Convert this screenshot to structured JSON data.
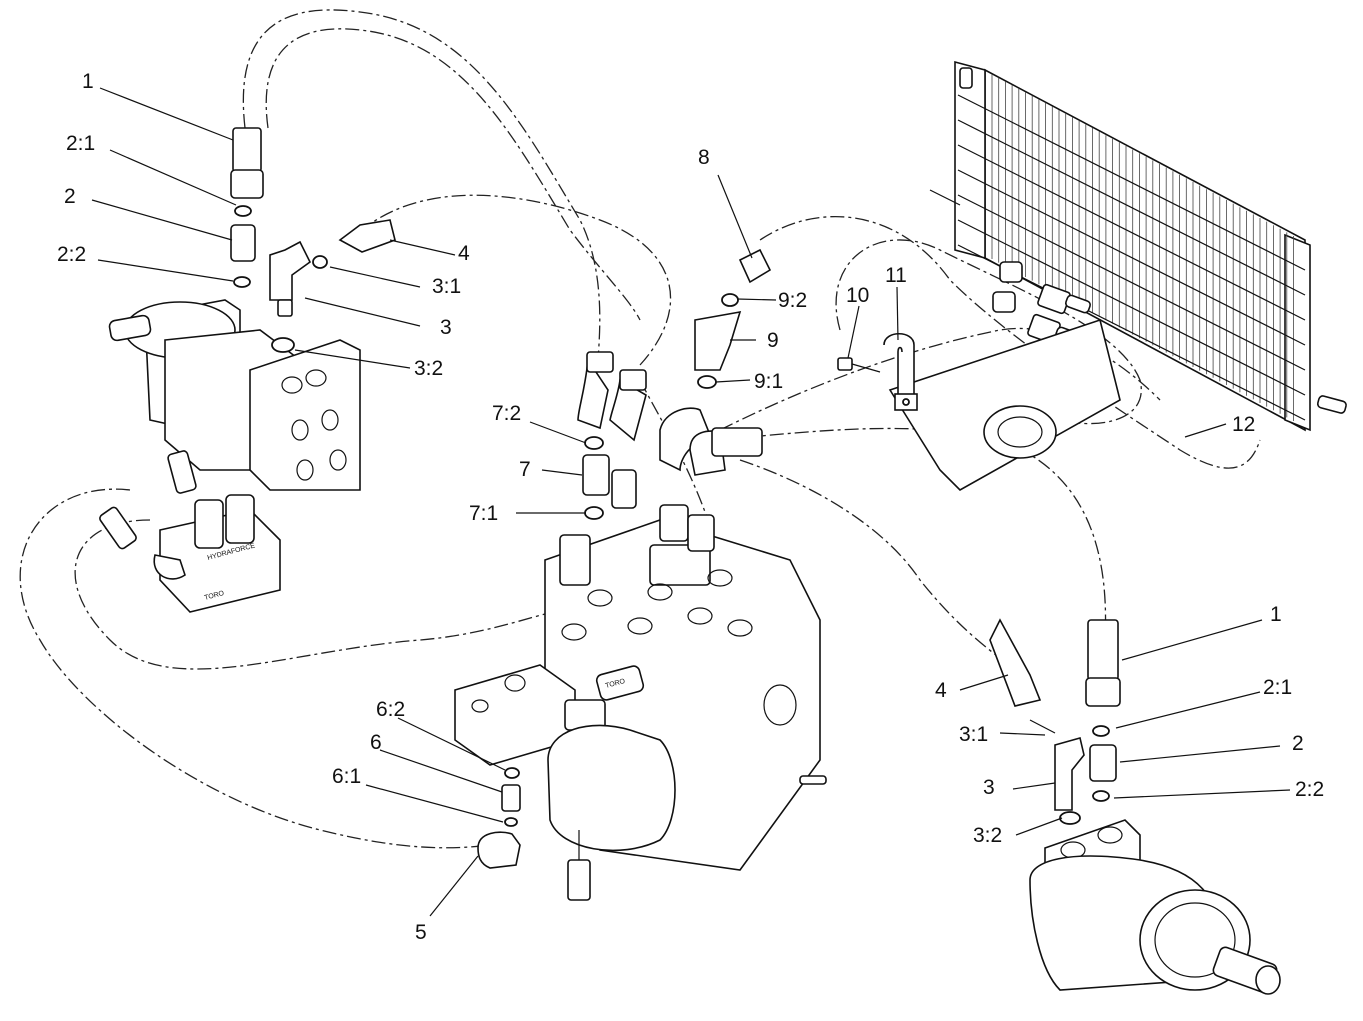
{
  "diagram": {
    "callouts": [
      {
        "id": "c-1-tl",
        "text": "1"
      },
      {
        "id": "c-2-1-tl",
        "text": "2:1"
      },
      {
        "id": "c-2-tl",
        "text": "2"
      },
      {
        "id": "c-2-2-tl",
        "text": "2:2"
      },
      {
        "id": "c-4-tl",
        "text": "4"
      },
      {
        "id": "c-3-1-tl",
        "text": "3:1"
      },
      {
        "id": "c-3-tl",
        "text": "3"
      },
      {
        "id": "c-3-2-tl",
        "text": "3:2"
      },
      {
        "id": "c-8",
        "text": "8"
      },
      {
        "id": "c-9-2",
        "text": "9:2"
      },
      {
        "id": "c-9",
        "text": "9"
      },
      {
        "id": "c-9-1",
        "text": "9:1"
      },
      {
        "id": "c-10",
        "text": "10"
      },
      {
        "id": "c-11",
        "text": "11"
      },
      {
        "id": "c-12",
        "text": "12"
      },
      {
        "id": "c-7-2",
        "text": "7:2"
      },
      {
        "id": "c-7",
        "text": "7"
      },
      {
        "id": "c-7-1",
        "text": "7:1"
      },
      {
        "id": "c-6-2",
        "text": "6:2"
      },
      {
        "id": "c-6",
        "text": "6"
      },
      {
        "id": "c-6-1",
        "text": "6:1"
      },
      {
        "id": "c-5",
        "text": "5"
      },
      {
        "id": "c-1-br",
        "text": "1"
      },
      {
        "id": "c-4-br",
        "text": "4"
      },
      {
        "id": "c-2-1-br",
        "text": "2:1"
      },
      {
        "id": "c-3-1-br",
        "text": "3:1"
      },
      {
        "id": "c-2-br",
        "text": "2"
      },
      {
        "id": "c-3-br",
        "text": "3"
      },
      {
        "id": "c-2-2-br",
        "text": "2:2"
      },
      {
        "id": "c-3-2-br",
        "text": "3:2"
      }
    ],
    "brand_labels": {
      "valve_brand": "TORO",
      "manifold_brand": "HYDRAFORCE",
      "manifold_code": "TORO"
    }
  }
}
